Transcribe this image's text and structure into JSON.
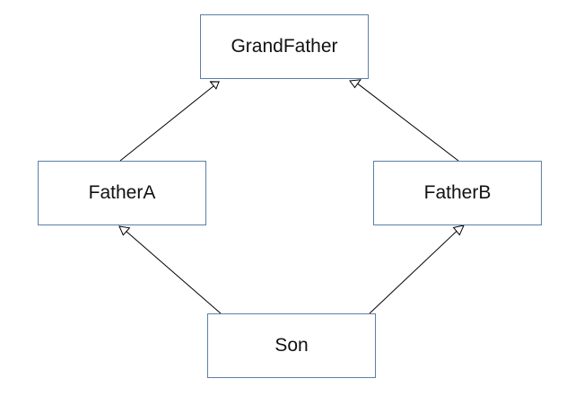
{
  "classes": {
    "grandfather": "GrandFather",
    "fathera": "FatherA",
    "fatherb": "FatherB",
    "son": "Son"
  },
  "relations": [
    {
      "from": "FatherA",
      "to": "GrandFather",
      "type": "inheritance"
    },
    {
      "from": "FatherB",
      "to": "GrandFather",
      "type": "inheritance"
    },
    {
      "from": "Son",
      "to": "FatherA",
      "type": "inheritance"
    },
    {
      "from": "Son",
      "to": "FatherB",
      "type": "inheritance"
    }
  ],
  "colors": {
    "box_border": "#5b7fa6",
    "line": "#000000",
    "text": "#111111"
  }
}
